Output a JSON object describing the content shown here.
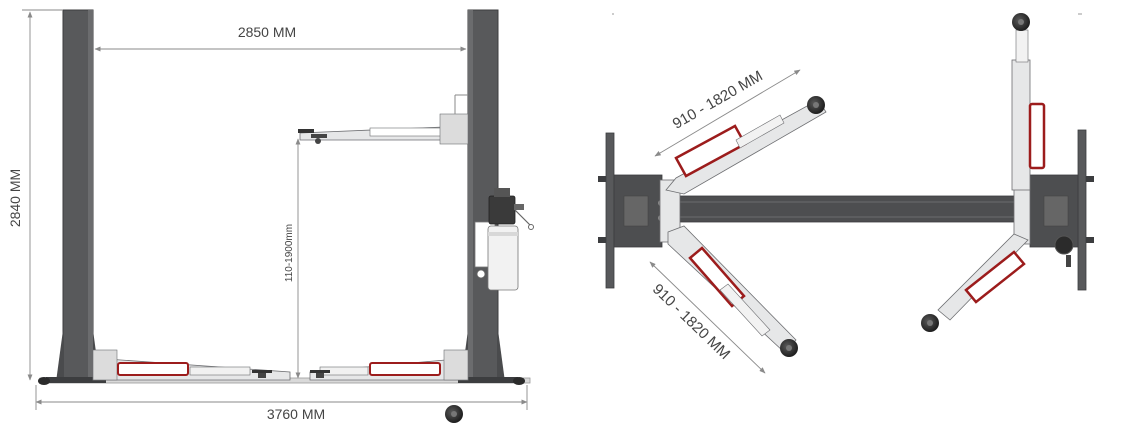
{
  "front_view": {
    "width_between_columns": "2850 MM",
    "overall_height": "2840 MM",
    "overall_width": "3760 MM",
    "lift_range": "110-1900mm"
  },
  "top_view": {
    "upper_arm_range": "910 - 1820 MM",
    "lower_arm_range": "910 - 1820 MM"
  },
  "colors": {
    "column": "#58595b",
    "column_edge": "#3c3d3f",
    "arm": "#e6e7e8",
    "arm_edge": "#6d6e71",
    "pad_guard": "#9c1c1c",
    "dimension_line": "#8a8a8a",
    "rubber_pad": "#2b2b2b"
  }
}
